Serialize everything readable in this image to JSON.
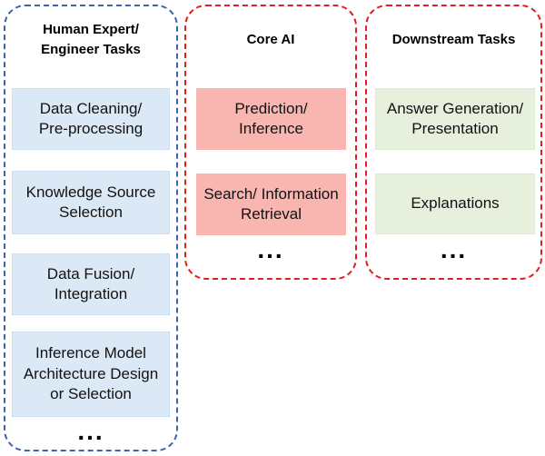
{
  "diagram": {
    "columns": [
      {
        "title": "Human Expert/\nEngineer Tasks",
        "border_color": "#3f63a8",
        "box_fill": "#dbe8f5",
        "boxes": [
          "Data Cleaning/\nPre-processing",
          "Knowledge Source\nSelection",
          "Data Fusion/\nIntegration",
          "Inference Model\nArchitecture Design\nor Selection"
        ],
        "more_indicator": "..."
      },
      {
        "title": "Core AI",
        "border_color": "#e02020",
        "box_fill": "#f9b5b0",
        "boxes": [
          "Prediction/\nInference",
          "Search/ Information\nRetrieval"
        ],
        "more_indicator": "..."
      },
      {
        "title": "Downstream Tasks",
        "border_color": "#e02020",
        "box_fill": "#e6f0dd",
        "boxes": [
          "Answer Generation/\nPresentation",
          "Explanations"
        ],
        "more_indicator": "..."
      }
    ]
  }
}
